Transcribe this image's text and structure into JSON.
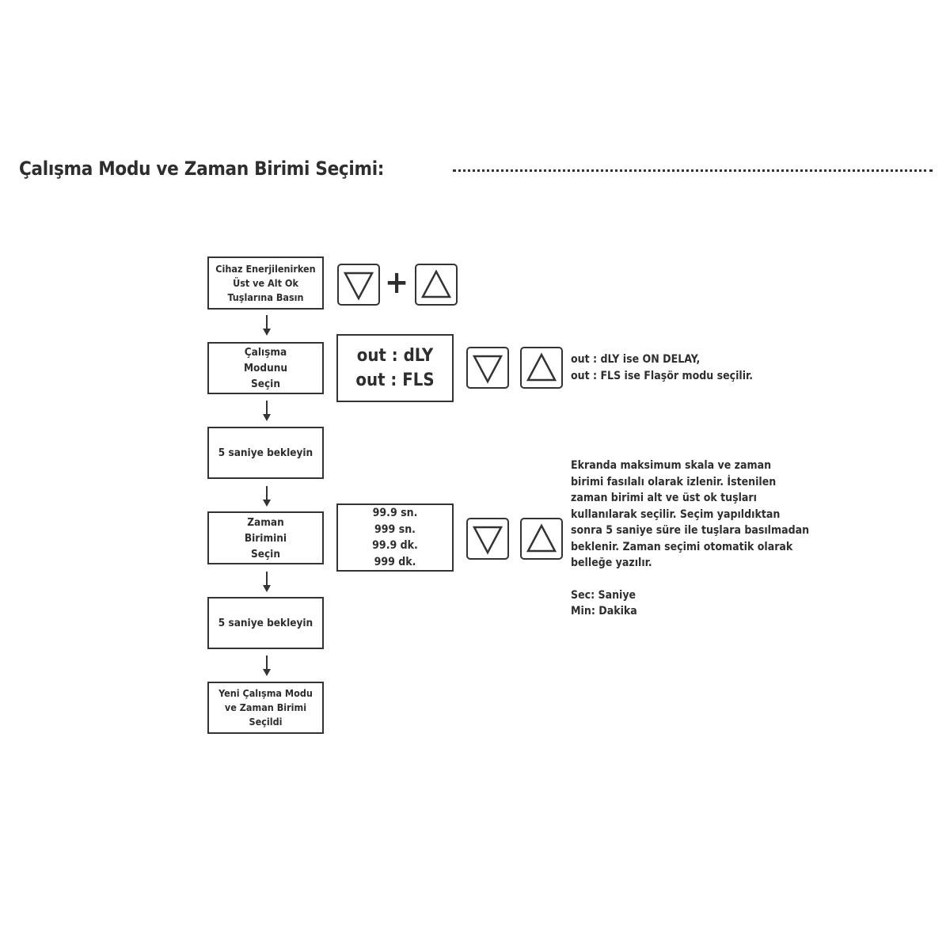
{
  "title": "Çalışma Modu ve Zaman  Birimi Seçimi:",
  "steps": [
    "Cihaz Enerjilenirken\nÜst ve Alt Ok\nTuşlarına Basın",
    "Çalışma\nModunu\nSeçin",
    "5 saniye bekleyin",
    "Zaman\nBirimini\nSeçin",
    "5 saniye bekleyin",
    "Yeni Çalışma Modu\nve Zaman Birimi\nSeçildi"
  ],
  "plus": "+",
  "mode_display": [
    "out : dLY",
    "out : FLS"
  ],
  "unit_display": [
    "99.9 sn.",
    "999 sn.",
    "99.9 dk.",
    "999 dk."
  ],
  "mode_note": "out : dLY ise ON DELAY,\nout : FLS ise Flaşör modu seçilir.",
  "unit_note": "Ekranda maksimum skala ve zaman\nbirimi fasılalı olarak izlenir. İstenilen\nzaman birimi alt ve üst ok tuşları\nkullanılarak seçilir. Seçim yapıldıktan\nsonra 5 saniye süre ile tuşlara basılmadan\nbeklenir. Zaman seçimi otomatik olarak\nbelleğe yazılır.",
  "legend": [
    "Sec: Saniye",
    "Min: Dakika"
  ]
}
